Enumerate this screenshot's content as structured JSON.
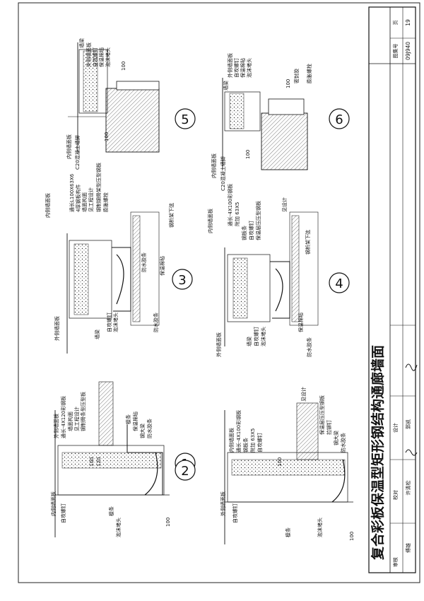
{
  "title_block": {
    "main_title": "复合彩板保温型矩形钢结构通廊墙面",
    "atlas_label": "图集号",
    "atlas_no": "09J940",
    "page_label": "页",
    "page_no": "19",
    "roles": [
      {
        "label": "审核",
        "name": "傅雄"
      },
      {
        "label": "校对",
        "name": "许清松"
      },
      {
        "label": "设计",
        "name": "郭凯"
      }
    ]
  },
  "details": [
    {
      "no": "1",
      "labels": [
        "外侧墙面板",
        "通长-4X120彩钢板",
        "墙面构面",
        "见工程设计",
        "钢制骨条型压型板",
        "檩条",
        "保温棉毡",
        "钢大梁",
        "防水胶条",
        "自攻螺钉",
        "泡沫堵头",
        "檩条",
        "内侧墙面板"
      ],
      "dims": [
        "100",
        "120",
        "100"
      ]
    },
    {
      "no": "2",
      "labels": [
        "内侧墙面板",
        "通长-4X100彩钢板",
        "钢板条",
        "附加 63X5",
        "自攻螺钉",
        "保温层压压型钢板",
        "拉铆钉",
        "钢大梁",
        "防水胶条",
        "檩条",
        "外侧墙面板",
        "自攻螺钉",
        "泡沫堵头",
        "见设计"
      ],
      "dims": [
        "100",
        "100"
      ]
    },
    {
      "no": "3",
      "labels": [
        "通长L100X63X6",
        "4厚钢板构件",
        "墙面构面",
        "见工程设计",
        "钢制钢骨架型压型钢板",
        "膨胀螺栓",
        "钢析架下弦",
        "保温棉毡",
        "防水胶条",
        "内侧墙面板",
        "外侧墙面板",
        "墙梁",
        "自攻螺钉",
        "泡沫堵头",
        "防水胶条"
      ],
      "dims": []
    },
    {
      "no": "4",
      "labels": [
        "通长-4X100彩钢板",
        "附加 63X5",
        "钢板条",
        "自攻螺钉",
        "保温层压压型钢板",
        "钢析架下弦",
        "内侧墙面板",
        "保温棉毡",
        "外侧墙面板",
        "墙梁",
        "自攻螺钉",
        "泡沫堵头",
        "防水胶条"
      ],
      "dims": [
        "见设计"
      ]
    },
    {
      "no": "5",
      "labels": [
        "外侧墙面板",
        "自攻螺钉",
        "保温棉毡",
        "泡沫堵头",
        "墙梁",
        "内侧墙面板",
        "C20混凝土墙脚"
      ],
      "dims": [
        "100",
        "100"
      ]
    },
    {
      "no": "6",
      "labels": [
        "外侧墙面板",
        "自攻螺钉",
        "保温棉毡",
        "泡沫堵头",
        "墙梁",
        "密封胶",
        "膨胀螺栓",
        "内侧墙面板",
        "C20混凝土墙脚"
      ],
      "dims": [
        "100",
        "100"
      ]
    }
  ]
}
